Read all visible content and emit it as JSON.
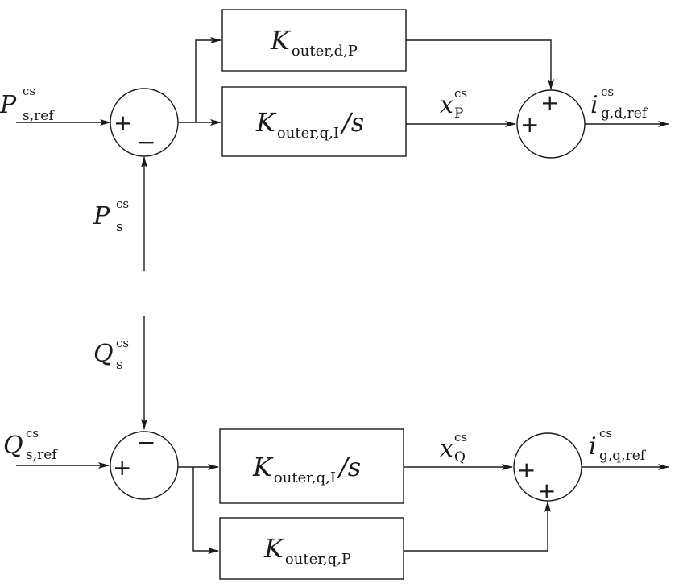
{
  "inputs": {
    "p_ref": {
      "main": "P",
      "sup": "cs",
      "sub": "s,ref"
    },
    "p_meas": {
      "main": "P",
      "sup": "cs",
      "sub": "s"
    },
    "q_ref": {
      "main": "Q",
      "sup": "cs",
      "sub": "s,ref"
    },
    "q_meas": {
      "main": "Q",
      "sup": "cs",
      "sub": "s"
    }
  },
  "blocks": {
    "kdp": {
      "main": "K",
      "sub": "outer,d,P",
      "suffix": ""
    },
    "kqi_top": {
      "main": "K",
      "sub": "outer,q,I",
      "suffix": "/s"
    },
    "kqi_bottom": {
      "main": "K",
      "sub": "outer,q,I",
      "suffix": "/s"
    },
    "kqp": {
      "main": "K",
      "sub": "outer,q,P",
      "suffix": ""
    }
  },
  "signals": {
    "xp": {
      "main": "x",
      "sup": "cs",
      "sub": "P"
    },
    "xq": {
      "main": "x",
      "sup": "cs",
      "sub": "Q"
    }
  },
  "outputs": {
    "id_ref": {
      "main": "i",
      "sup": "cs",
      "sub": "g,d,ref"
    },
    "iq_ref": {
      "main": "i",
      "sup": "cs",
      "sub": "g,q,ref"
    }
  },
  "signs": {
    "plus": "+",
    "minus": "−"
  }
}
